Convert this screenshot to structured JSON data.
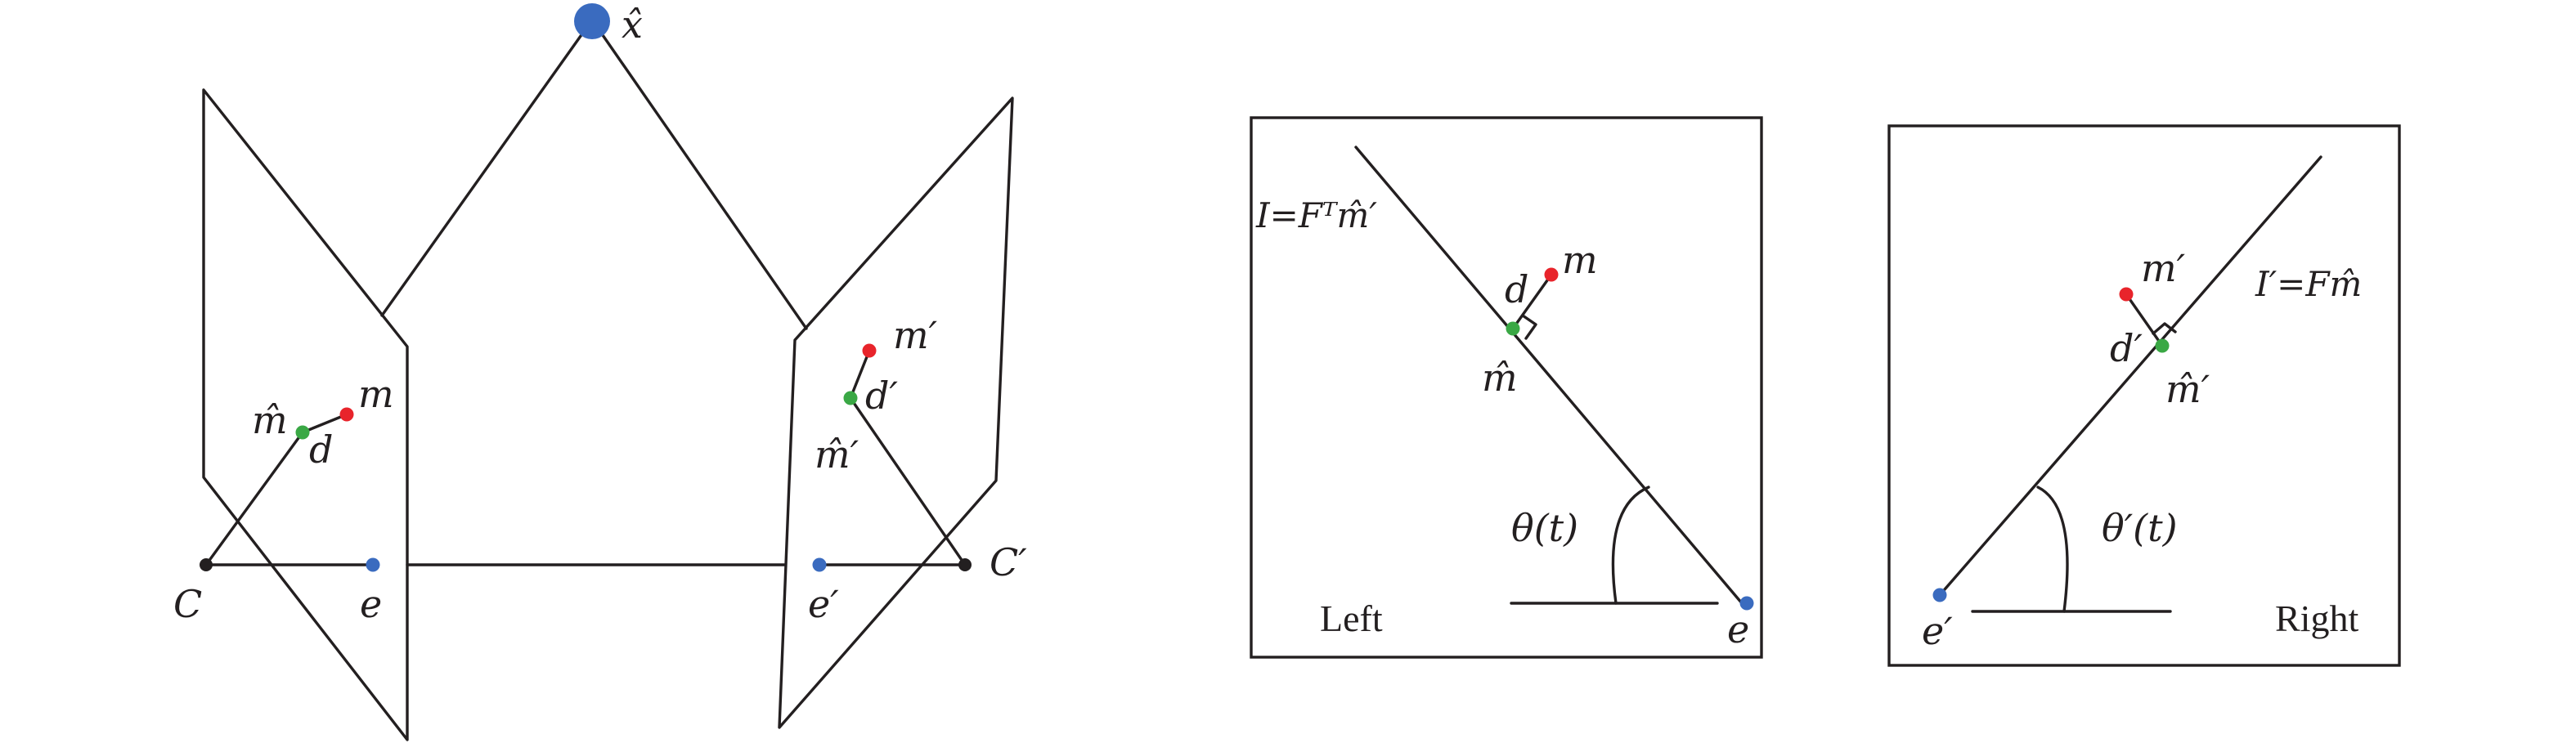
{
  "colors": {
    "line": "#231f20",
    "point_3d": "#3a6bbf",
    "epipole": "#3a6bbf",
    "observed": "#e8242b",
    "corrected": "#3aa845",
    "camera_center": "#231f20"
  },
  "stereo": {
    "point_label": "x̂",
    "left": {
      "camera_label": "C",
      "epipole_label": "e",
      "observed_label": "m",
      "corrected_label": "m̂",
      "distance_label": "d"
    },
    "right": {
      "camera_label": "C′",
      "epipole_label": "e′",
      "observed_label": "m′",
      "corrected_label": "m̂′",
      "distance_label": "d′"
    }
  },
  "left_panel": {
    "title": "Left",
    "line_label": "I=Fᵀm̂′",
    "observed_label": "m",
    "distance_label": "d",
    "corrected_label": "m̂",
    "angle_label": "θ(t)",
    "epipole_label": "e"
  },
  "right_panel": {
    "title": "Right",
    "line_label": "I′=Fm̂",
    "observed_label": "m′",
    "distance_label": "d′",
    "corrected_label": "m̂′",
    "angle_label": "θ′(t)",
    "epipole_label": "e′"
  }
}
